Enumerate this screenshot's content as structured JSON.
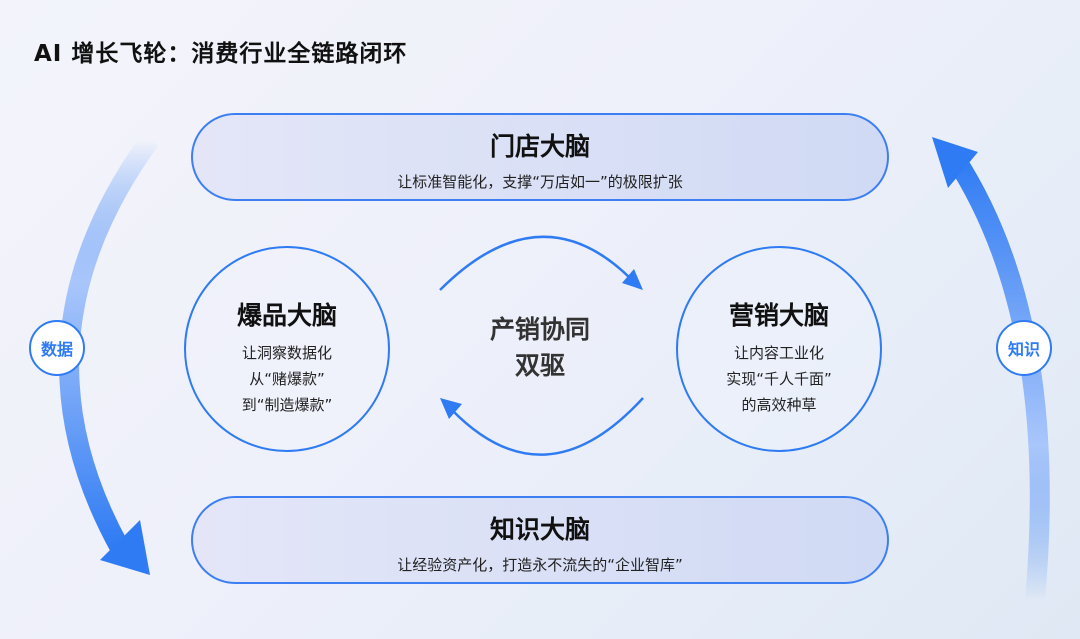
{
  "title": "AI 增长飞轮：消费行业全链路闭环",
  "top_pill": {
    "heading": "门店大脑",
    "subtitle": "让标准智能化，支撑“万店如一”的极限扩张"
  },
  "bottom_pill": {
    "heading": "知识大脑",
    "subtitle": "让经验资产化，打造永不流失的“企业智库”"
  },
  "left_circle": {
    "heading": "爆品大脑",
    "lines": [
      "让洞察数据化",
      "从“赌爆款”",
      "到“制造爆款”"
    ]
  },
  "right_circle": {
    "heading": "营销大脑",
    "lines": [
      "让内容工业化",
      "实现“千人千面”",
      "的高效种草"
    ]
  },
  "center": {
    "line1": "产销协同",
    "line2": "双驱"
  },
  "left_badge": "数据",
  "right_badge": "知识",
  "colors": {
    "accent": "#2f7bf3",
    "light_accent": "#c9dbfb"
  }
}
